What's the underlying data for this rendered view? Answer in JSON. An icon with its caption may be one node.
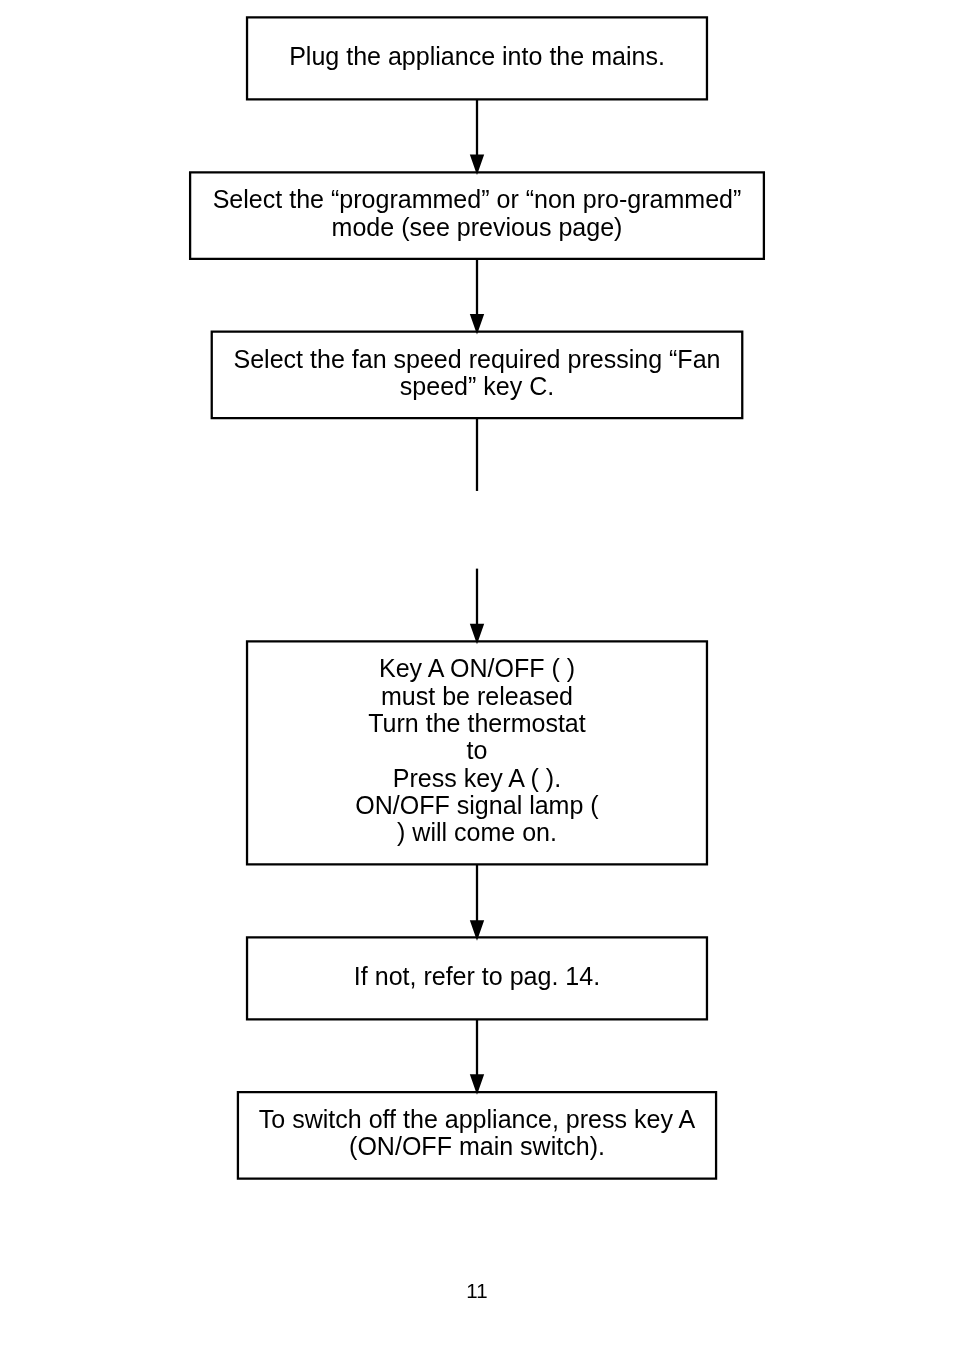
{
  "diagram": {
    "nodes": [
      {
        "text": [
          "Plug the appliance into the mains."
        ]
      },
      {
        "text": [
          "Select the “programmed” or “non pro-grammed” mode (see previous page)"
        ]
      },
      {
        "text": [
          "Select the fan speed required pressing “Fan speed” key C."
        ]
      },
      {
        "text": [
          "Key A ON/OFF ( ) must be released",
          "Turn the thermostat to",
          "Press key A ( ).",
          "ON/OFF signal lamp ( ) will come on."
        ]
      },
      {
        "text": [
          "If not, refer to pag. 14."
        ]
      },
      {
        "text": [
          "To switch off the appliance, press key A (ON/OFF main switch)."
        ]
      }
    ],
    "edges": [
      {
        "from": 0,
        "to": 1,
        "arrow": "to"
      },
      {
        "from": 1,
        "to": 2,
        "arrow": "to"
      },
      {
        "from": 2,
        "to": null,
        "arrow": "none"
      },
      {
        "from": null,
        "to": 3,
        "arrow": "to"
      },
      {
        "from": 3,
        "to": 4,
        "arrow": "to"
      },
      {
        "from": 4,
        "to": 5,
        "arrow": "to"
      }
    ],
    "labels": [
      "11"
    ]
  }
}
